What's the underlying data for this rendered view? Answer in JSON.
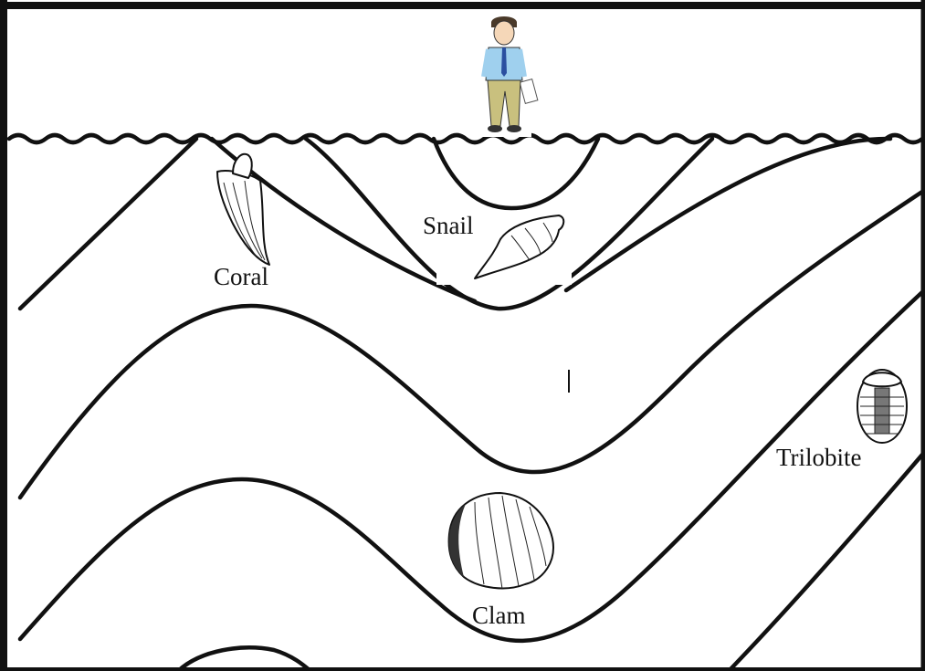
{
  "labels": {
    "coral": "Coral",
    "snail": "Snail",
    "trilobite": "Trilobite",
    "clam": "Clam"
  },
  "colors": {
    "ink": "#111111",
    "background": "#ffffff",
    "shirt": "#9fd0ee",
    "tie": "#2a4fa0",
    "pants": "#c9c07e",
    "hair": "#4a3a2a"
  },
  "icons": [
    "person-icon",
    "coral-icon",
    "snail-icon",
    "trilobite-icon",
    "clam-icon"
  ]
}
